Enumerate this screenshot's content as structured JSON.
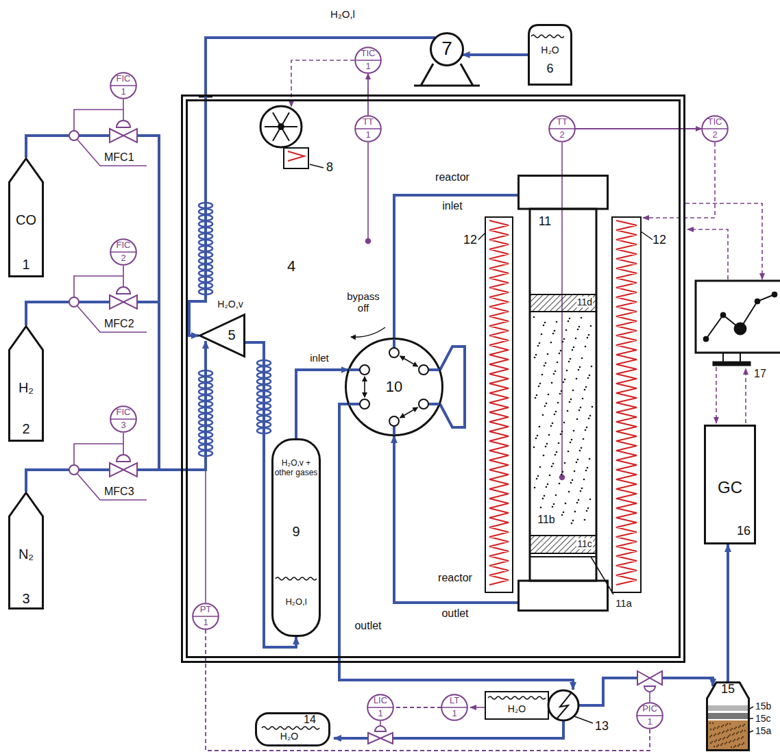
{
  "diagram": {
    "nodes": [
      {
        "text": [
          "FIC",
          "1"
        ]
      },
      {
        "text": [
          "TIC",
          "1"
        ]
      },
      {
        "text": [
          "7"
        ]
      },
      {
        "text": [
          "H₂O",
          "6"
        ]
      },
      {
        "text": [
          "4"
        ]
      },
      {
        "text": [
          "TT",
          "1"
        ],
        "in": 4
      },
      {
        "text": [
          "TT",
          "2"
        ],
        "in": 4
      },
      {
        "text": [
          "TIC",
          "2"
        ]
      },
      {
        "text": [
          "CO",
          "1"
        ]
      },
      {
        "text": [
          "FIC",
          "2"
        ]
      },
      {
        "text": [
          "H₂",
          "2"
        ]
      },
      {
        "text": [
          "FIC",
          "3"
        ]
      },
      {
        "text": [
          "5"
        ],
        "in": 4
      },
      {
        "text": [
          "10"
        ],
        "in": 4
      },
      {
        "text": [
          "11"
        ],
        "in": 4
      },
      {
        "text": [
          "H₂O,v + other gases",
          "9",
          "H₂O,l"
        ],
        "in": 4
      },
      {
        "text": [
          "N₂",
          "3"
        ]
      },
      {
        "text": [
          "GC",
          "16"
        ]
      },
      {
        "text": [
          "PT",
          "1"
        ],
        "in": 4
      },
      {
        "text": [
          "LIC",
          "1"
        ]
      },
      {
        "text": [
          "LT",
          "1"
        ]
      },
      {
        "text": [
          "14",
          "H₂O"
        ]
      },
      {
        "text": [
          "PIC",
          "1"
        ]
      },
      {
        "text": [
          "15"
        ]
      }
    ],
    "edges": [
      {
        "from": 3,
        "to": 2,
        "arrow": "to"
      },
      {
        "from": 2,
        "to": 12,
        "arrow": "to"
      },
      {
        "from": 12,
        "to": 15,
        "arrow": "to"
      },
      {
        "from": 15,
        "to": 13,
        "arrow": "to"
      },
      {
        "from": 13,
        "to": 14,
        "arrow": "none"
      },
      {
        "from": 14,
        "to": 13,
        "arrow": "to"
      },
      {
        "from": 5,
        "to": 1,
        "arrow": "to"
      },
      {
        "from": 6,
        "to": 7,
        "arrow": "to"
      },
      {
        "from": 20,
        "to": 19,
        "arrow": "none"
      },
      {
        "from": 18,
        "to": 22,
        "arrow": "none"
      },
      {
        "from": 23,
        "to": 17,
        "arrow": "to"
      }
    ],
    "labels": [
      "H₂O,l",
      "8",
      "MFC1",
      "MFC2",
      "MFC3",
      "H₂O,v",
      "bypass off",
      "inlet",
      "reactor",
      "inlet",
      "12",
      "12",
      "11d",
      "11b",
      "11c",
      "11a",
      "reactor",
      "outlet",
      "outlet",
      "H₂O",
      "13",
      "15b",
      "15c",
      "15a",
      "17"
    ]
  }
}
